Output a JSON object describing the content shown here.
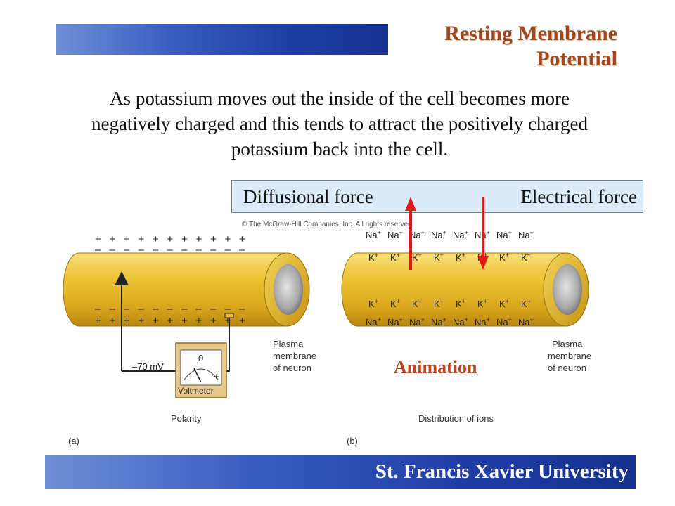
{
  "slide": {
    "title_line1": "Resting Membrane",
    "title_line2": "Potential",
    "body": "As potassium moves out the inside of the cell becomes more negatively charged and this tends to attract the positively charged potassium back into the cell.",
    "force_left": "Diffusional  force",
    "force_right": "Electrical force",
    "animation_link": "Animation",
    "university": "St. Francis Xavier University"
  },
  "figure": {
    "copyright": "© The McGraw-Hill Companies, Inc. All rights reserved.",
    "left_caption": "Polarity",
    "right_caption": "Distribution of ions",
    "panel_a": "(a)",
    "panel_b": "(b)",
    "voltage": "–70 mV",
    "voltmeter_label": "Voltmeter",
    "meter_zero": "0",
    "meter_minus": "–",
    "meter_plus": "+",
    "plasma_label_a": [
      "Plasma",
      "membrane",
      "of neuron"
    ],
    "plasma_label_b": [
      "Plasma",
      "membrane",
      "of neuron"
    ],
    "plus_sign": "+",
    "minus_sign": "–",
    "na_ion": "Na",
    "k_ion": "K",
    "ion_charge": "+"
  },
  "colors": {
    "arrow_red": "#e01818",
    "axon_yellow": "#e9b82c",
    "title_brown": "#a0461e"
  }
}
